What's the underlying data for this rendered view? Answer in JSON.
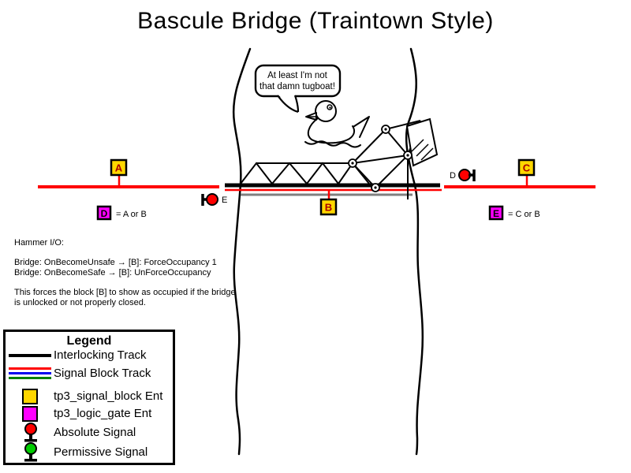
{
  "title": "Bascule Bridge (Traintown Style)",
  "speech_bubble": {
    "line1": "At least I'm not",
    "line2": "that damn tugboat!"
  },
  "blocks": {
    "a": "A",
    "b": "B",
    "c": "C"
  },
  "logic_gates": {
    "d": "D",
    "d_equation": "= A or B",
    "e": "E",
    "e_equation": "= C or B"
  },
  "signals": {
    "d_label": "D",
    "e_label": "E"
  },
  "notes": {
    "heading": "Hammer I/O:",
    "io_line1": "Bridge: OnBecomeUnsafe → [B]: ForceOccupancy 1",
    "io_line2": "Bridge: OnBecomeSafe → [B]: UnForceOccupancy",
    "desc_line1": "This forces the block [B] to show as occupied if the bridge",
    "desc_line2": "is unlocked or not properly closed."
  },
  "legend": {
    "title": "Legend",
    "items": [
      {
        "label": "Interlocking Track",
        "swatch": "black-line"
      },
      {
        "label": "Signal Block Track",
        "swatch": "red-blue-green-lines"
      },
      {
        "label": "tp3_signal_block Ent",
        "swatch": "yellow-square"
      },
      {
        "label": "tp3_logic_gate Ent",
        "swatch": "magenta-square"
      },
      {
        "label": "Absolute Signal",
        "swatch": "red-signal"
      },
      {
        "label": "Permissive Signal",
        "swatch": "green-signal"
      }
    ]
  },
  "colors": {
    "interlocking_track": "#000000",
    "signal_block_red": "#FF0000",
    "signal_block_blue": "#0000EE",
    "signal_block_green": "#008000",
    "signal_block_entity": "#FFD700",
    "logic_gate_entity": "#FF00FF",
    "absolute_signal": "#FF0000",
    "permissive_signal": "#00CC00",
    "block_letter": "#AA0000",
    "track_red": "#FF0000",
    "bridge_deck_gray": "#808080"
  }
}
